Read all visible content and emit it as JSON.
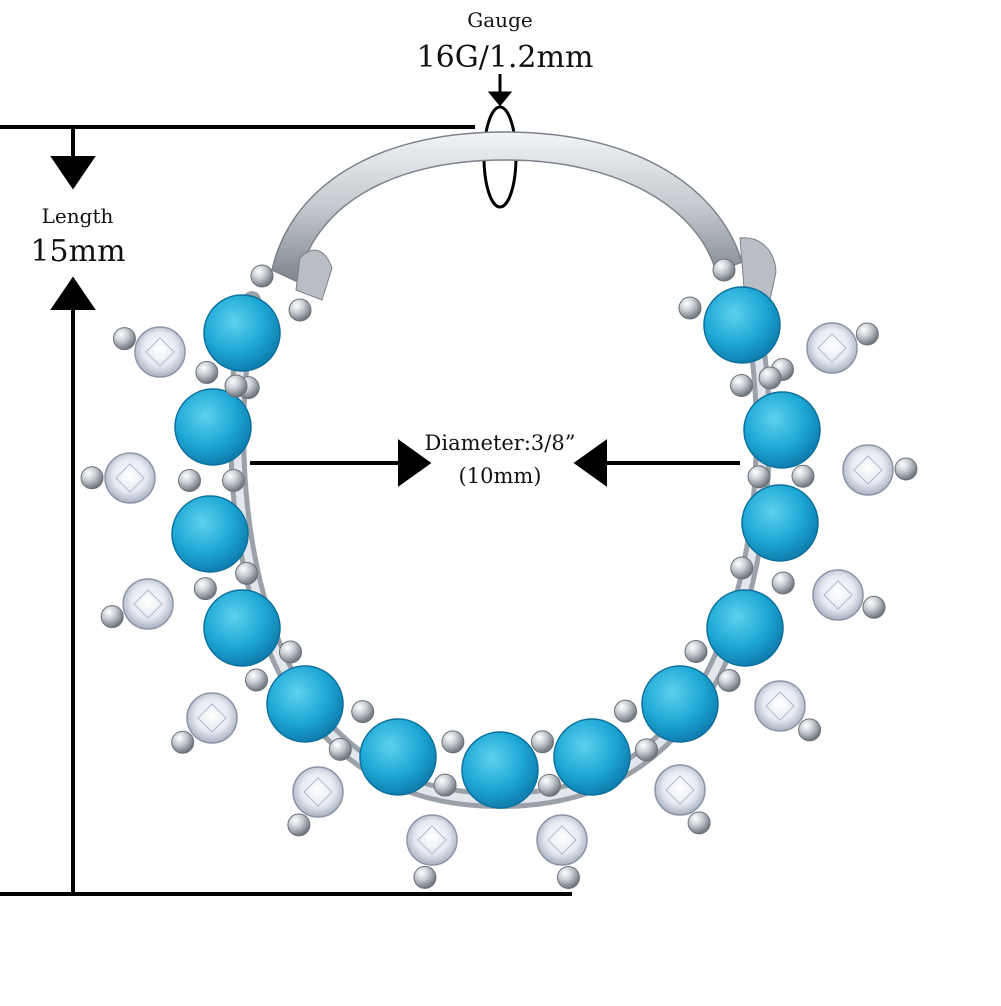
{
  "gauge": {
    "label": "Gauge",
    "value": "16G/1.2mm"
  },
  "length": {
    "label": "Length",
    "value": "15mm"
  },
  "diameter": {
    "label": "Diameter:3/8”",
    "value": "(10mm)"
  },
  "colors": {
    "stone_turquoise": "#1ea9d6",
    "stone_turquoise_dark": "#0f86b8",
    "metal_silver": "#cfd3d8",
    "metal_shadow": "#8a9098",
    "crystal": "#f4f6fb",
    "line": "#000000"
  }
}
